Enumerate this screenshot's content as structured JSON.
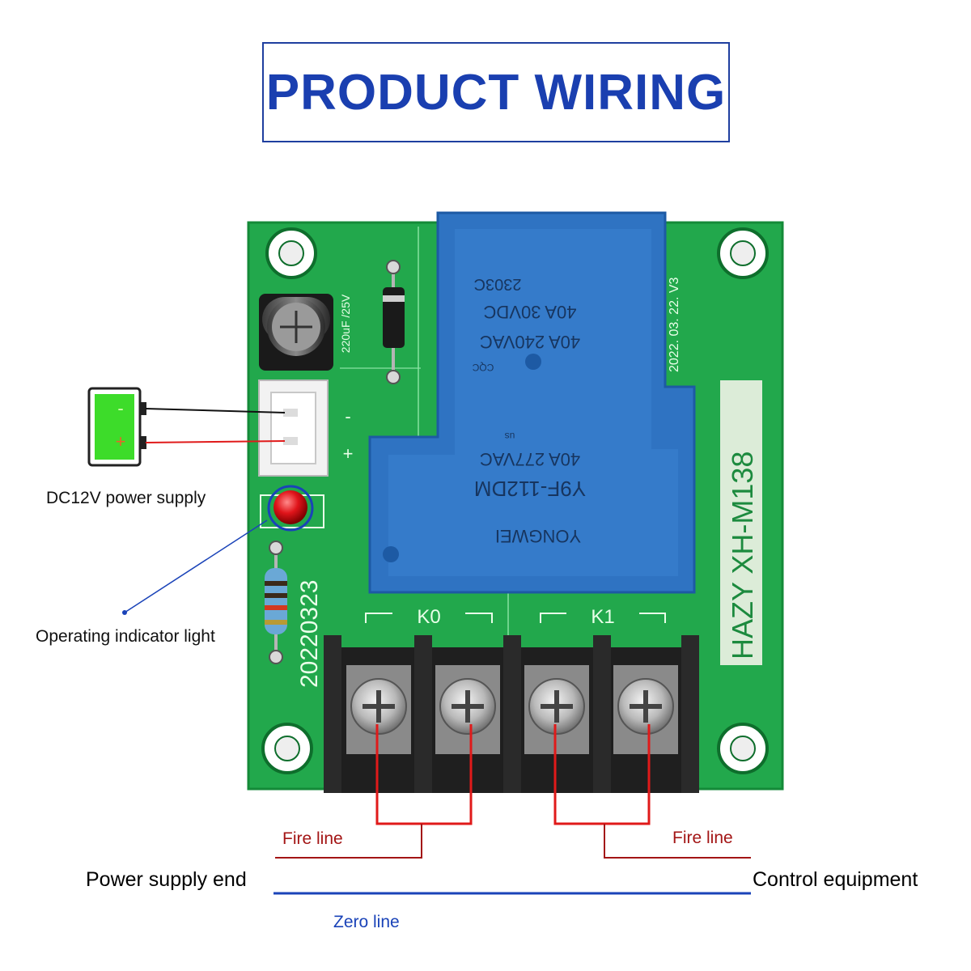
{
  "title": "PRODUCT WIRING",
  "labels": {
    "dc_power": "DC12V power supply",
    "indicator": "Operating indicator light",
    "fire_left": "Fire line",
    "fire_right": "Fire line",
    "power_end": "Power supply end",
    "control": "Control equipment",
    "zero": "Zero line"
  },
  "board": {
    "model": "HAZY XH-M138",
    "date_code": "20220323",
    "version": "2022. 03. 22. V3",
    "capacitor_text": "220uF /25V",
    "terminal_groups": [
      "K0",
      "K1"
    ],
    "connector_marks": [
      "-",
      "+"
    ]
  },
  "battery": {
    "minus": "-",
    "plus": "+"
  },
  "relay": {
    "brand": "YONGWEI",
    "model": "Y9F-112DM",
    "cert": "us",
    "ratings": [
      "40A 277VAC",
      "40A 240VAC",
      "40A 30VDC",
      "2303C"
    ],
    "cqc": "CQC"
  },
  "colors": {
    "title_blue": "#1a3fb0",
    "pcb_green": "#1fa54a",
    "relay_blue": "#2f73c2",
    "fire_red": "#a31515",
    "wire_red": "#e01a1a",
    "zero_blue": "#1a43b8",
    "battery_green": "#3ddc2a"
  }
}
